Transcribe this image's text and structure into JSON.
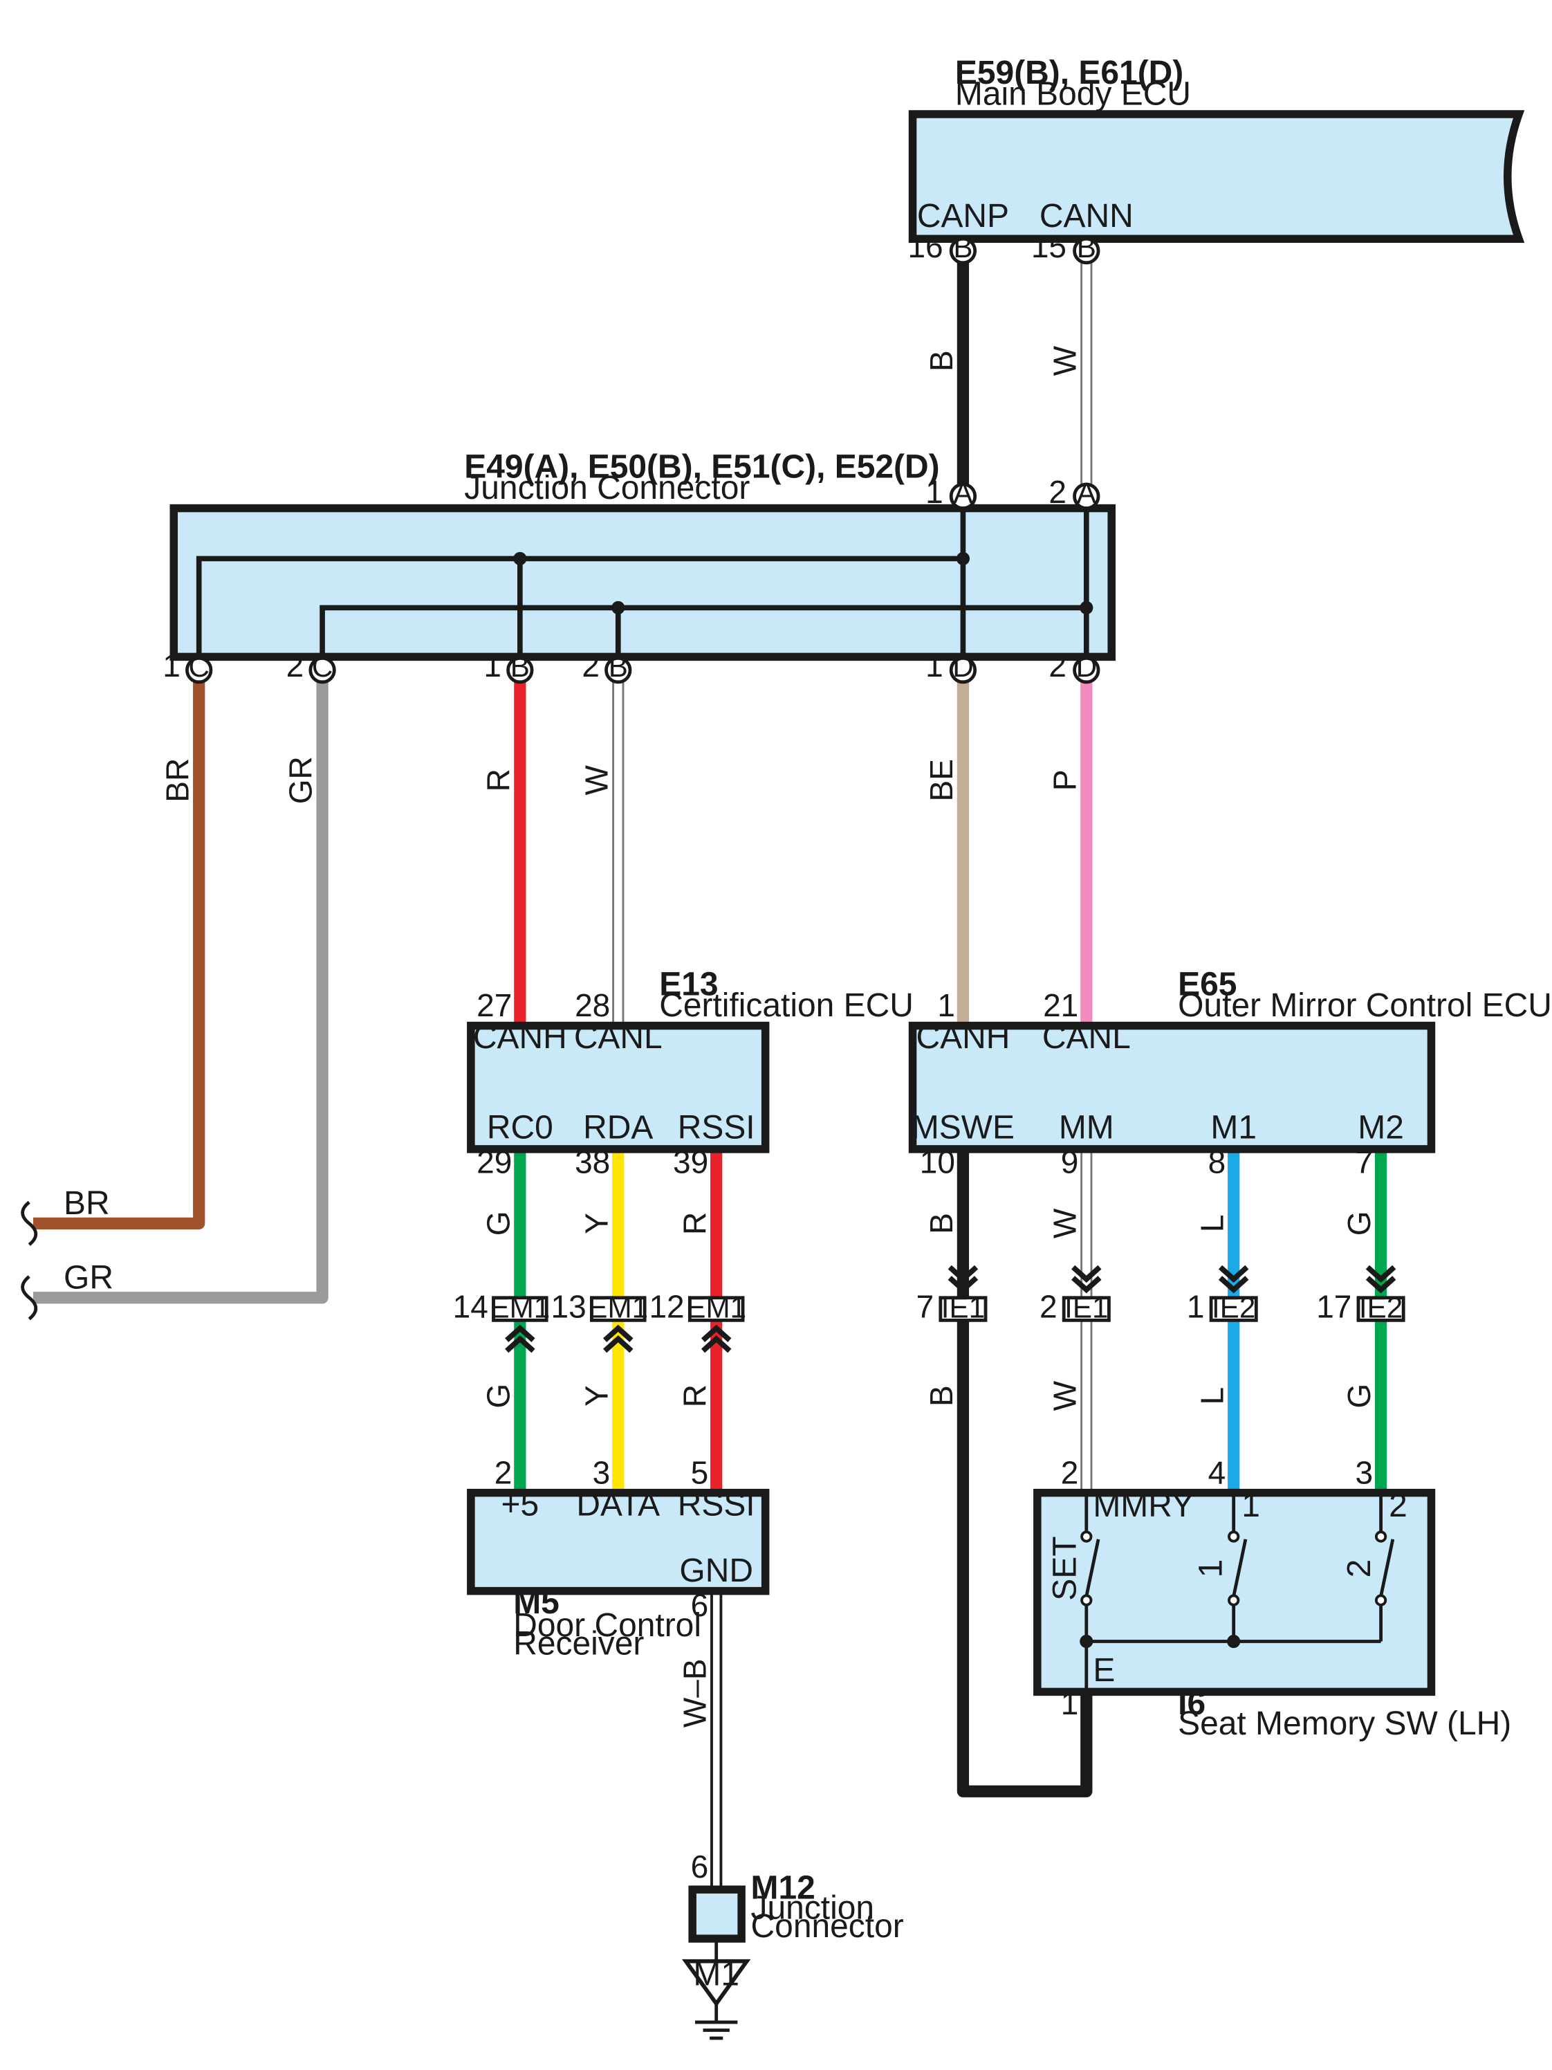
{
  "colors": {
    "ecu_fill": "#c9e8f8",
    "B": "#1a1a1a",
    "W": "#ffffff",
    "BR": "#a0522d",
    "GR": "#9a9a9c",
    "R": "#e8222a",
    "BE": "#c4ad97",
    "P": "#f08cbf",
    "G": "#00a650",
    "Y": "#ffe400",
    "L": "#1aaae8",
    "W-B": "#ffffff"
  },
  "components": {
    "main_body_ecu": {
      "code": "E59(B), E61(D)",
      "name": "Main Body ECU",
      "pins": {
        "canp": "CANP",
        "cann": "CANN"
      }
    },
    "junction_connector": {
      "code": "E49(A), E50(B), E51(C), E52(D)",
      "name": "Junction Connector"
    },
    "certification_ecu": {
      "code": "E13",
      "name": "Certification ECU",
      "pins": {
        "canh": "CANH",
        "canl": "CANL",
        "rc0": "RC0",
        "rda": "RDA",
        "rssi": "RSSI"
      }
    },
    "outer_mirror_ecu": {
      "code": "E65",
      "name": "Outer Mirror Control ECU",
      "pins": {
        "canh": "CANH",
        "canl": "CANL",
        "mswe": "MSWE",
        "mm": "MM",
        "m1": "M1",
        "m2": "M2"
      }
    },
    "door_control_receiver": {
      "code": "M5",
      "name_line1": "Door Control",
      "name_line2": "Receiver",
      "pins": {
        "p5": "+5",
        "data": "DATA",
        "rssi": "RSSI",
        "gnd": "GND"
      }
    },
    "seat_memory_sw": {
      "code": "I6",
      "name": "Seat Memory SW (LH)",
      "labels": {
        "mmry": "MMRY",
        "one": "1",
        "two": "2",
        "set": "SET",
        "sw1": "1",
        "sw2": "2",
        "e": "E"
      }
    },
    "junction_connector_m12": {
      "code": "M12",
      "name_line1": "Junction",
      "name_line2": "Connector"
    },
    "ground": {
      "label": "M1"
    }
  },
  "pin_numbers": {
    "ecu_16": "16",
    "ecu_15": "15",
    "jc_a1": "1",
    "jc_a2": "2",
    "jc_c1": "1",
    "jc_c2": "2",
    "jc_b1": "1",
    "jc_b2": "2",
    "jc_d1": "1",
    "jc_d2": "2",
    "cert_27": "27",
    "cert_28": "28",
    "cert_29": "29",
    "cert_38": "38",
    "cert_39": "39",
    "mir_1": "1",
    "mir_21": "21",
    "mir_10": "10",
    "mir_9": "9",
    "mir_8": "8",
    "mir_7": "7",
    "em_14": "14",
    "em_13": "13",
    "em_12": "12",
    "ie_7": "7",
    "ie_2": "2",
    "ie_1": "1",
    "ie_17": "17",
    "rcv_2": "2",
    "rcv_3": "3",
    "rcv_5": "5",
    "rcv_6": "6",
    "sw_2": "2",
    "sw_4": "4",
    "sw_3": "3",
    "sw_1": "1",
    "m12_6": "6"
  },
  "connector_letters": {
    "b": "B",
    "a": "A",
    "c": "C",
    "d": "D"
  },
  "inline_connectors": {
    "em1": "EM1",
    "ie1": "IE1",
    "ie2": "IE2"
  },
  "wire_labels": {
    "b": "B",
    "w": "W",
    "br": "BR",
    "gr": "GR",
    "r": "R",
    "be": "BE",
    "p": "P",
    "g": "G",
    "y": "Y",
    "l": "L",
    "wb": "W–B"
  },
  "offpage_labels": {
    "br": "BR",
    "gr": "GR"
  }
}
